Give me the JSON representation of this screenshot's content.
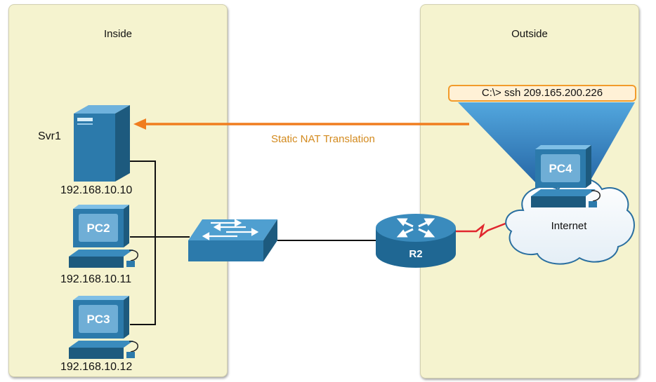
{
  "zones": {
    "inside": "Inside",
    "outside": "Outside"
  },
  "devices": {
    "server": {
      "name": "Svr1",
      "ip": "192.168.10.10"
    },
    "pc2": {
      "name": "PC2",
      "ip": "192.168.10.11"
    },
    "pc3": {
      "name": "PC3",
      "ip": "192.168.10.12"
    },
    "pc4": {
      "name": "PC4"
    },
    "router": {
      "name": "R2"
    },
    "internet": {
      "name": "Internet"
    }
  },
  "translation_label": "Static NAT Translation",
  "command": "C:\\> ssh 209.165.200.226",
  "colors": {
    "zone_fill": "#f5f3cf",
    "device_blue": "#2c6f95",
    "arrow": "#f07d1f",
    "serial_link": "#e0262e",
    "beam": "#1e6fb0"
  }
}
